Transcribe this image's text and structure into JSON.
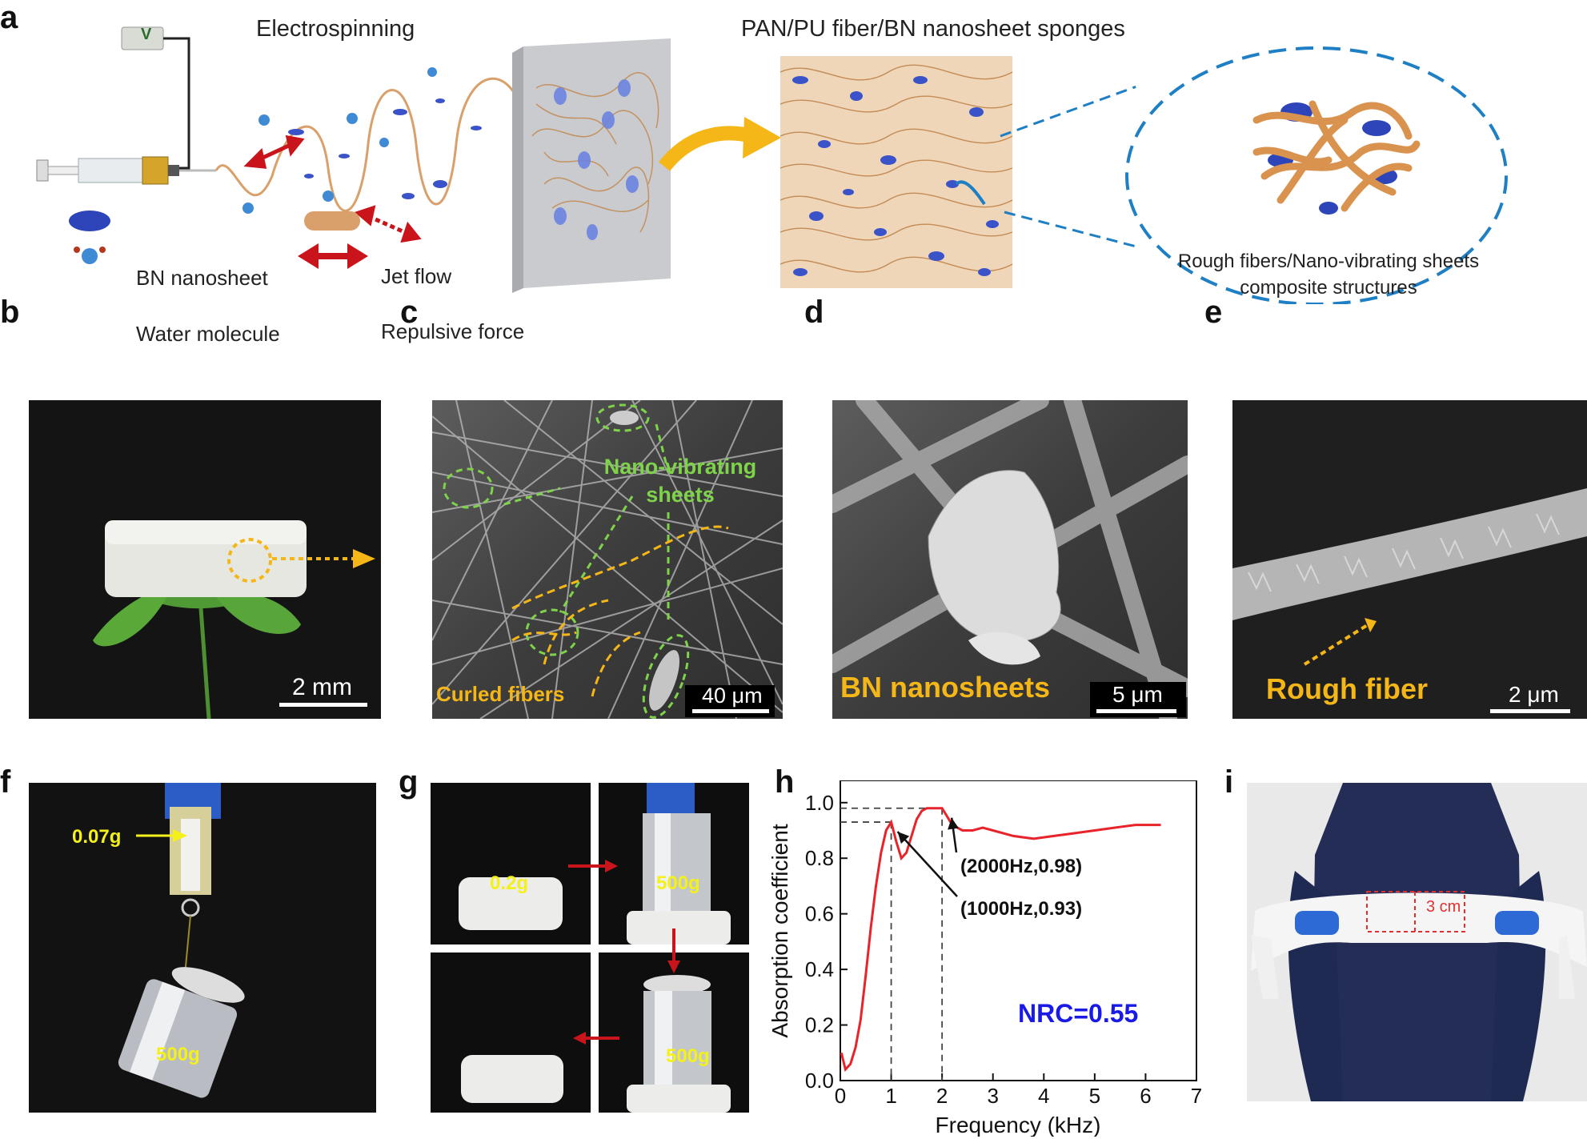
{
  "panel_labels": {
    "a": "a",
    "b": "b",
    "c": "c",
    "d": "d",
    "e": "e",
    "f": "f",
    "g": "g",
    "h": "h",
    "i": "i"
  },
  "panel_a": {
    "title_left": "Electrospinning",
    "title_right": "PAN/PU fiber/BN nanosheet sponges",
    "voltage": "V",
    "legend": {
      "bn": "BN nanosheet",
      "jet": "Jet flow",
      "water": "Water molecule",
      "force": "Repulsive force"
    },
    "inset_line1": "Rough fibers/Nano-vibrating sheets",
    "inset_line2": "composite structures"
  },
  "panel_b": {
    "scale": "2 mm"
  },
  "panel_c": {
    "nano_line1": "Nano-vibrating",
    "nano_line2": "sheets",
    "curled": "Curled fibers",
    "scale": "40 μm"
  },
  "panel_d": {
    "label": "BN nanosheets",
    "scale": "5 μm"
  },
  "panel_e": {
    "label": "Rough fiber",
    "scale": "2 μm"
  },
  "panel_f": {
    "mass_top": "0.07g",
    "mass_weight": "500g"
  },
  "panel_g": {
    "mass_sponge": "0.2g",
    "mass_w1": "500g",
    "mass_w2": "500g"
  },
  "panel_i": {
    "thickness": "3 cm"
  },
  "colors": {
    "fiber": "#d9a06b",
    "bn": "#3a53c8",
    "arrow_yellow": "#f5b617",
    "force_red": "#c8141a",
    "dash_blue": "#1f7fc4",
    "curve_red": "#e8232a",
    "nrc_blue": "#1a1ae6"
  },
  "chart_data": {
    "type": "line",
    "xlabel": "Frequency (kHz)",
    "ylabel": "Absorption coefficient",
    "xlim": [
      0,
      7
    ],
    "ylim": [
      0,
      1.0
    ],
    "xticks": [
      "0",
      "1",
      "2",
      "3",
      "4",
      "5",
      "6",
      "7"
    ],
    "yticks": [
      "0.0",
      "0.2",
      "0.4",
      "0.6",
      "0.8",
      "1.0"
    ],
    "series": [
      {
        "x": [
          0.02,
          0.1,
          0.2,
          0.3,
          0.4,
          0.5,
          0.6,
          0.7,
          0.8,
          0.9,
          1.0,
          1.1,
          1.2,
          1.3,
          1.4,
          1.5,
          1.6,
          1.7,
          1.8,
          1.9,
          2.0,
          2.1,
          2.2,
          2.4,
          2.6,
          2.8,
          3.0,
          3.4,
          3.8,
          4.2,
          4.6,
          5.0,
          5.4,
          5.8,
          6.3
        ],
        "y": [
          0.1,
          0.04,
          0.06,
          0.12,
          0.22,
          0.38,
          0.55,
          0.7,
          0.82,
          0.9,
          0.93,
          0.86,
          0.8,
          0.82,
          0.88,
          0.94,
          0.97,
          0.98,
          0.98,
          0.98,
          0.98,
          0.95,
          0.92,
          0.9,
          0.9,
          0.91,
          0.9,
          0.88,
          0.87,
          0.88,
          0.89,
          0.9,
          0.91,
          0.92,
          0.92
        ]
      }
    ],
    "annotations": [
      {
        "text": "(2000Hz,0.98)",
        "x": 2.0,
        "y": 0.98
      },
      {
        "text": "(1000Hz,0.93)",
        "x": 1.0,
        "y": 0.93
      }
    ],
    "nrc": "NRC=0.55"
  }
}
